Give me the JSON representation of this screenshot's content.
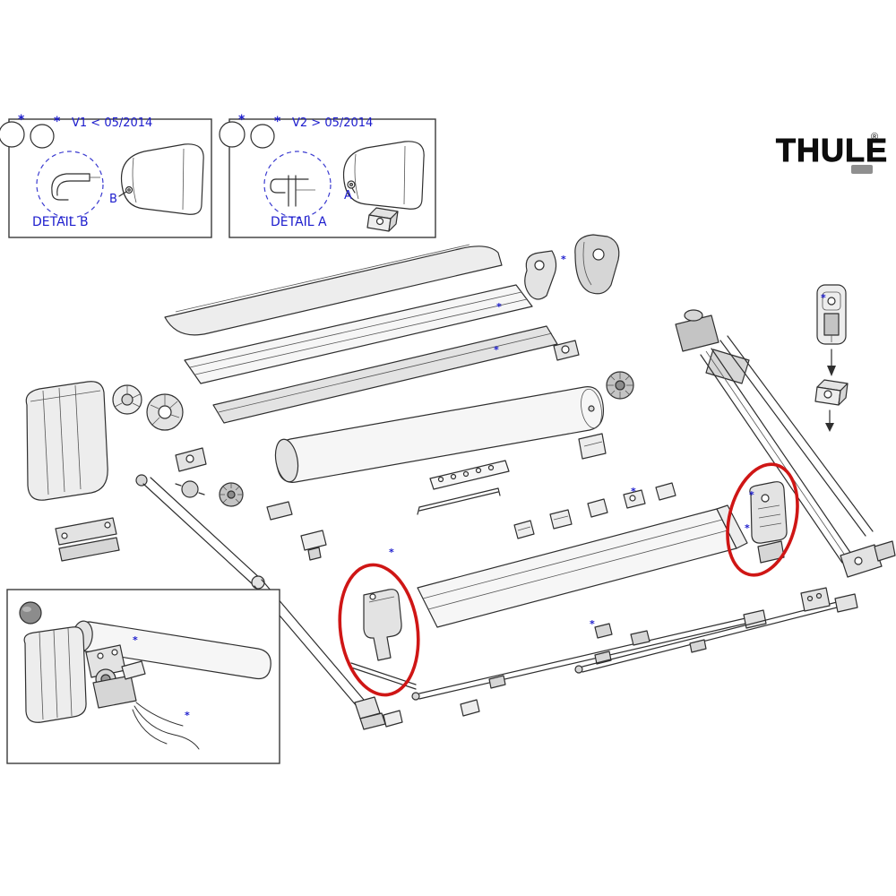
{
  "logo": {
    "brand": "THULE",
    "registered": "®"
  },
  "detail_b": {
    "asterisk1": "*",
    "asterisk2": "*",
    "version": "V1 < 05/2014",
    "caption": "DETAIL B",
    "letter": "B"
  },
  "detail_a": {
    "asterisk1": "*",
    "asterisk2": "*",
    "version": "V2 > 05/2014",
    "caption": "DETAIL A",
    "letter": "A"
  },
  "marks": {
    "asterisk": "*"
  },
  "colors": {
    "annotation_blue": "#1c1ccd",
    "highlight_red": "#cf1615",
    "line_ink": "#2f2f2f",
    "background": "#ffffff"
  }
}
